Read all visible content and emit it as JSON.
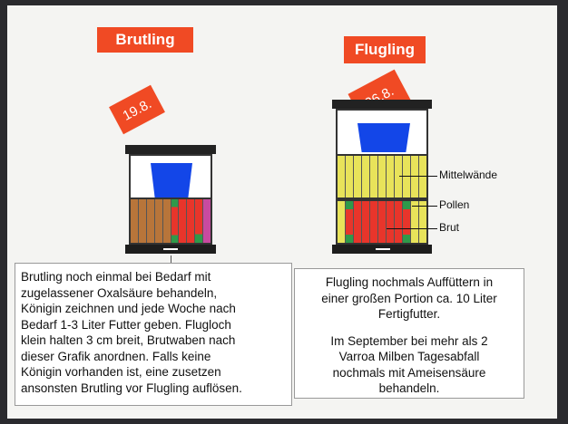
{
  "brutling": {
    "title": "Brutling",
    "date": "19.8.",
    "text_lines": [
      "Brutling noch einmal bei Bedarf mit",
      "zugelassener Oxalsäure behandeln,",
      "Königin zeichnen und jede Woche nach",
      "Bedarf 1-3 Liter Futter geben. Flugloch",
      "klein halten 3 cm breit, Brutwaben nach",
      "dieser Grafik anordnen.  Falls keine",
      "Königin vorhanden ist, eine zusetzen",
      "ansonsten Brutling vor  Flugling auflösen."
    ]
  },
  "flugling": {
    "title": "Flugling",
    "date": "26.8.",
    "text_para1": [
      "Flugling nochmals Auffüttern in",
      "einer großen Portion ca. 10 Liter",
      "Fertigfutter."
    ],
    "text_para2": [
      "Im September  bei mehr als 2",
      "Varroa Milben Tagesabfall",
      "nochmals mit Ameisensäure",
      "behandeln."
    ]
  },
  "labels": {
    "mittelwaende": "Mittelwände",
    "pollen": "Pollen",
    "brut": "Brut"
  },
  "colors": {
    "label_bg": "#f04a24",
    "feed_jar": "#1346e8",
    "foundation_yellow": "#e8e35a",
    "honey_brown": "#b8753a",
    "brood_red": "#e8352b",
    "pollen_green": "#2f9a4a",
    "empty_pink": "#e8a0c0"
  }
}
